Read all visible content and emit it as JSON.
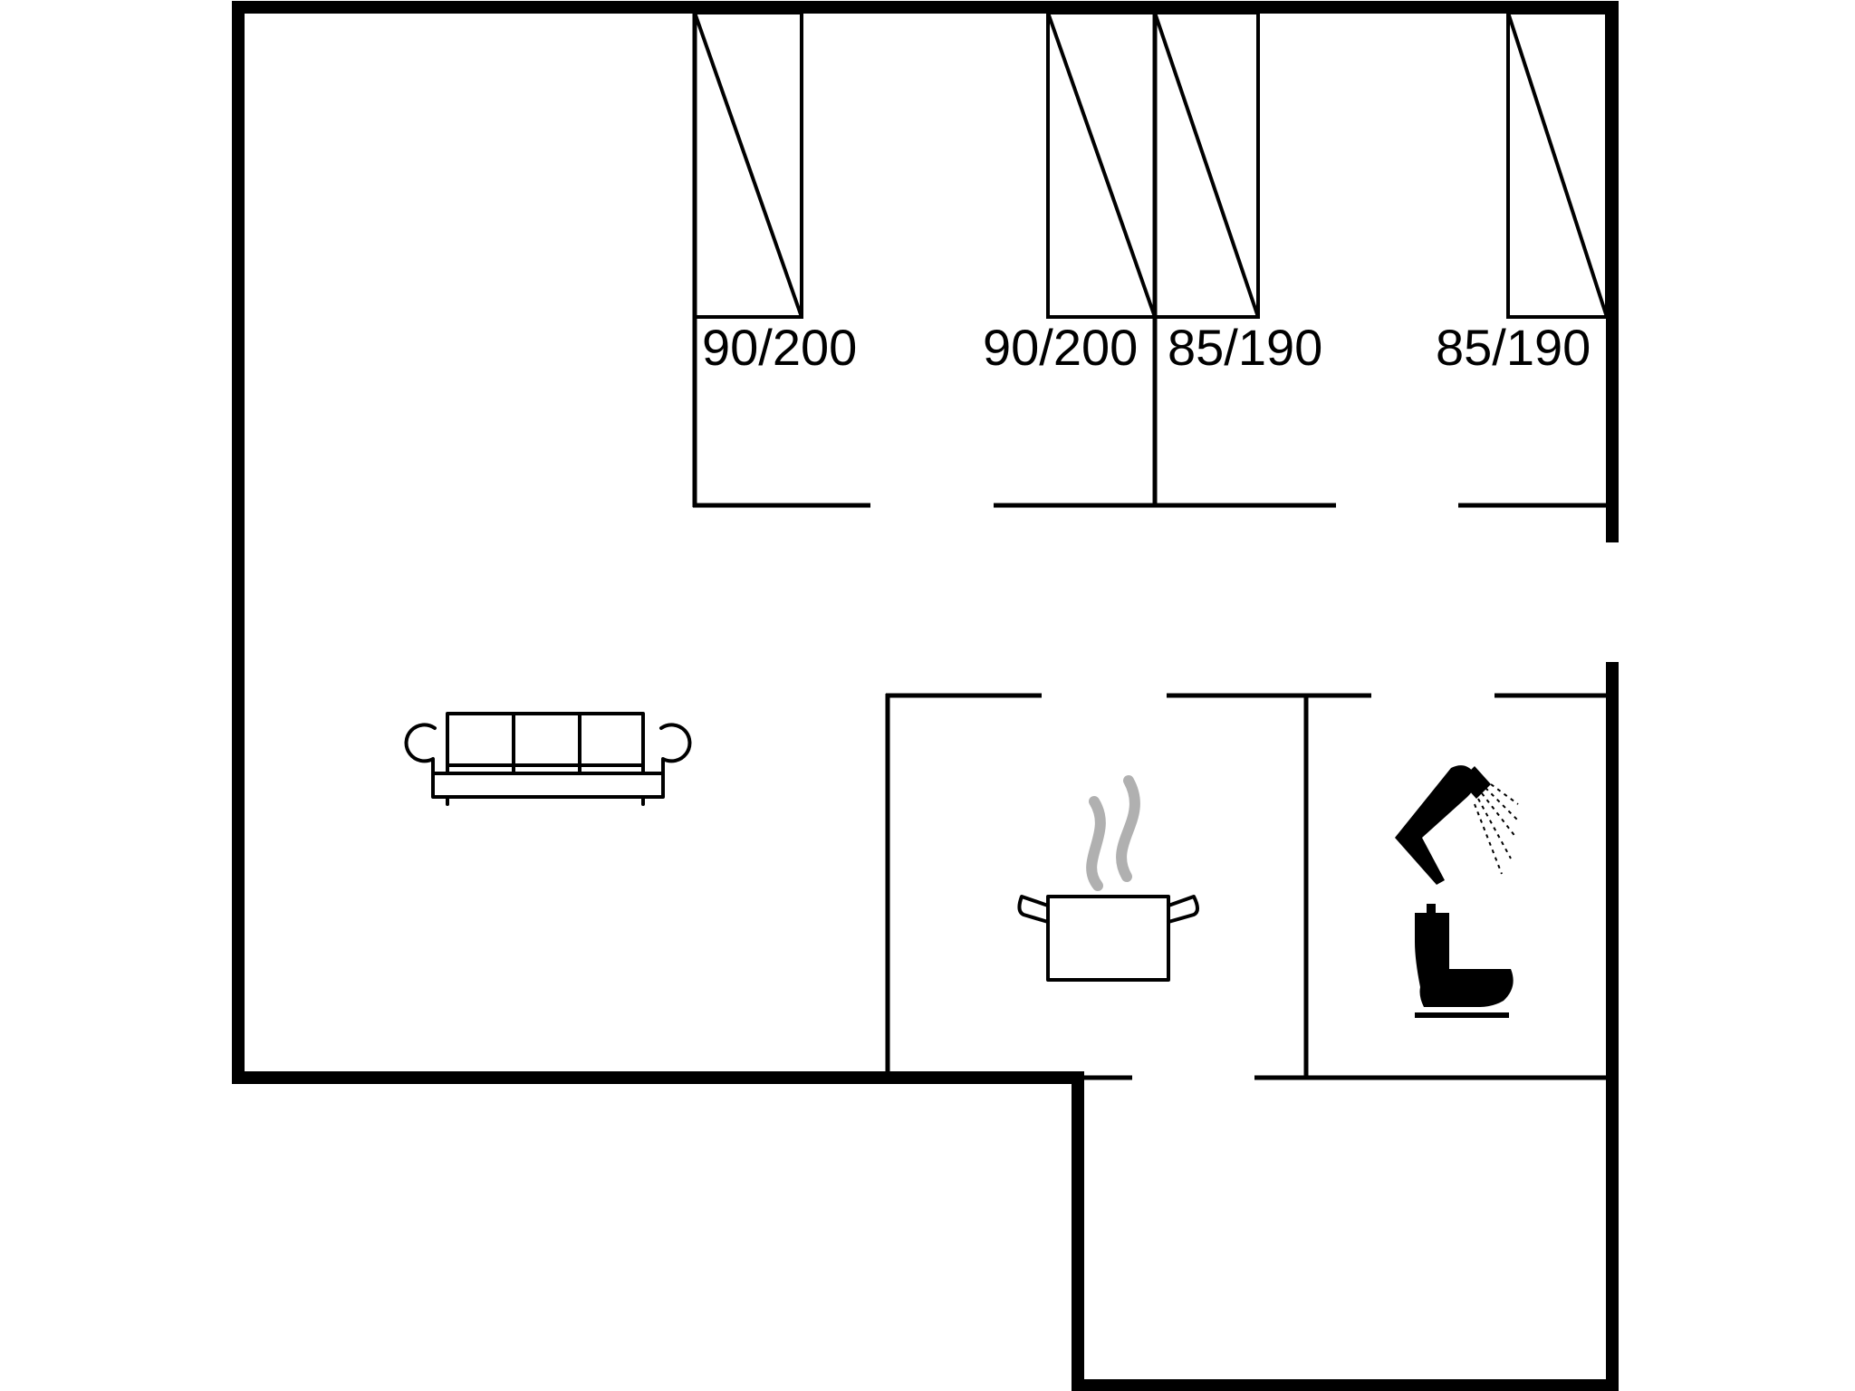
{
  "floorplan": {
    "beds": [
      {
        "label": "90/200"
      },
      {
        "label": "90/200"
      },
      {
        "label": "85/190"
      },
      {
        "label": "85/190"
      }
    ],
    "rooms": [
      {
        "icon": "sofa-icon"
      },
      {
        "icon": "cooking-pot-icon"
      },
      {
        "icon": "shower-icon"
      },
      {
        "icon": "toilet-icon"
      }
    ]
  }
}
